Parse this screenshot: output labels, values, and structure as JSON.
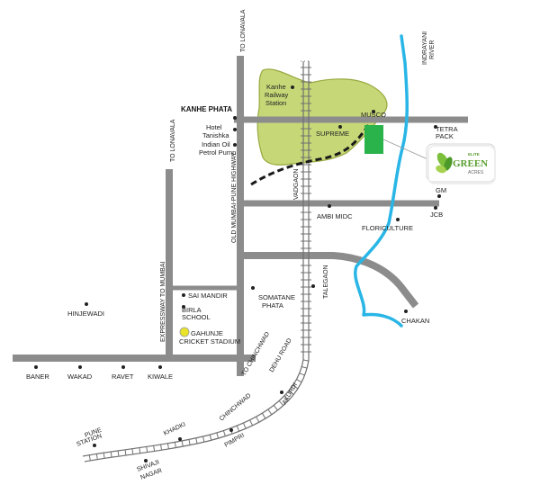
{
  "places": {
    "to_lonavala_top": "TO LONAVALA",
    "to_lonavala_left": "TO LONAVALA",
    "kanhe_phata": "KANHE PHATA",
    "kanhe_station_line1": "Kanhe",
    "kanhe_station_line2": "Railway",
    "kanhe_station_line3": "Station",
    "musco": "MUSCO",
    "supreme": "SUPREME",
    "tetra_pack_line1": "TETRA",
    "tetra_pack_line2": "PACK",
    "indrayani_line1": "INDRAYANI",
    "indrayani_line2": "RIVER",
    "hotel_tanishka_line1": "Hotel",
    "hotel_tanishka_line2": "Tanishka",
    "indian_oil_line1": "Indian Oil",
    "indian_oil_line2": "Petrol Pump",
    "old_highway": "OLD MUMBAI-PUNE HIGHWAY",
    "vadgaon": "VADGAON",
    "gm": "GM",
    "jcb": "JCB",
    "ambi_midc": "AMBI MIDC",
    "floriculture": "FLORICULTURE",
    "expressway": "EXPRESSWAY TO MUMBAI",
    "sai_mandir": "SAI MANDIR",
    "birla_line1": "BIRLA",
    "birla_line2": "SCHOOL",
    "gahunje_line1": "GAHUNJE",
    "gahunje_line2": "CRICKET STADIUM",
    "hinjewadi": "HINJEWADI",
    "somatane_line1": "SOMATANE",
    "somatane_line2": "PHATA",
    "talegaon": "TALEGAON",
    "chakan": "CHAKAN",
    "baner": "BANER",
    "wakad": "WAKAD",
    "ravet": "RAVET",
    "kiwale": "KIWALE",
    "to_chinchwad": "TO CHINCHWAD",
    "dehu_road": "DEHU ROAD",
    "akurdi": "AKURDI",
    "chinchwad": "CHINCHWAD",
    "pimpri": "PIMPRI",
    "khadki": "KHADKI",
    "pune_station_line1": "PUNE",
    "pune_station_line2": "STATION",
    "shivaji_line1": "SHIVAJI",
    "shivaji_line2": "NAGAR"
  },
  "logo": {
    "line1": "ELITE",
    "line2": "GREEN",
    "line3": "ACRES"
  },
  "colors": {
    "road": "#8c8c8c",
    "river": "#29b6e6",
    "railway": "#707070",
    "land": "#c6d777",
    "land_border": "#98a83e",
    "site": "#2bb34b",
    "stadium": "#e9e42a",
    "logo_green": "#5a9e2f"
  }
}
